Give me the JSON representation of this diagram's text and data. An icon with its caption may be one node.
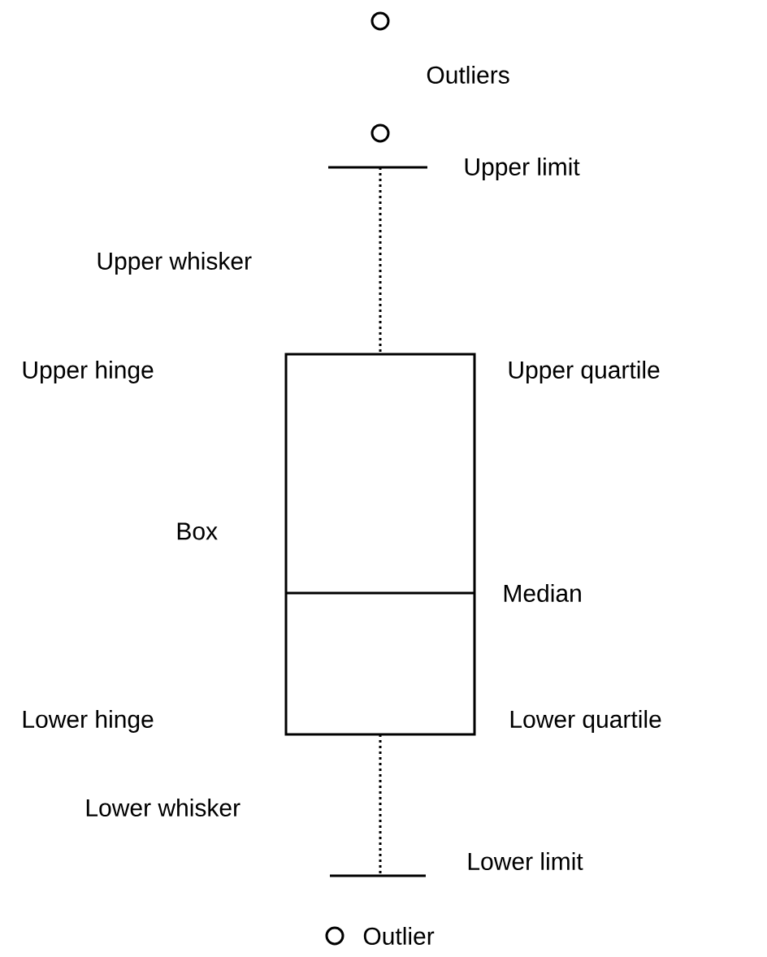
{
  "diagram": {
    "labels": [
      "Outliers",
      "Upper limit",
      "Upper whisker",
      "Upper hinge",
      "Upper quartile",
      "Box",
      "Median",
      "Lower hinge",
      "Lower quartile",
      "Lower whisker",
      "Lower limit",
      "Outlier"
    ]
  }
}
